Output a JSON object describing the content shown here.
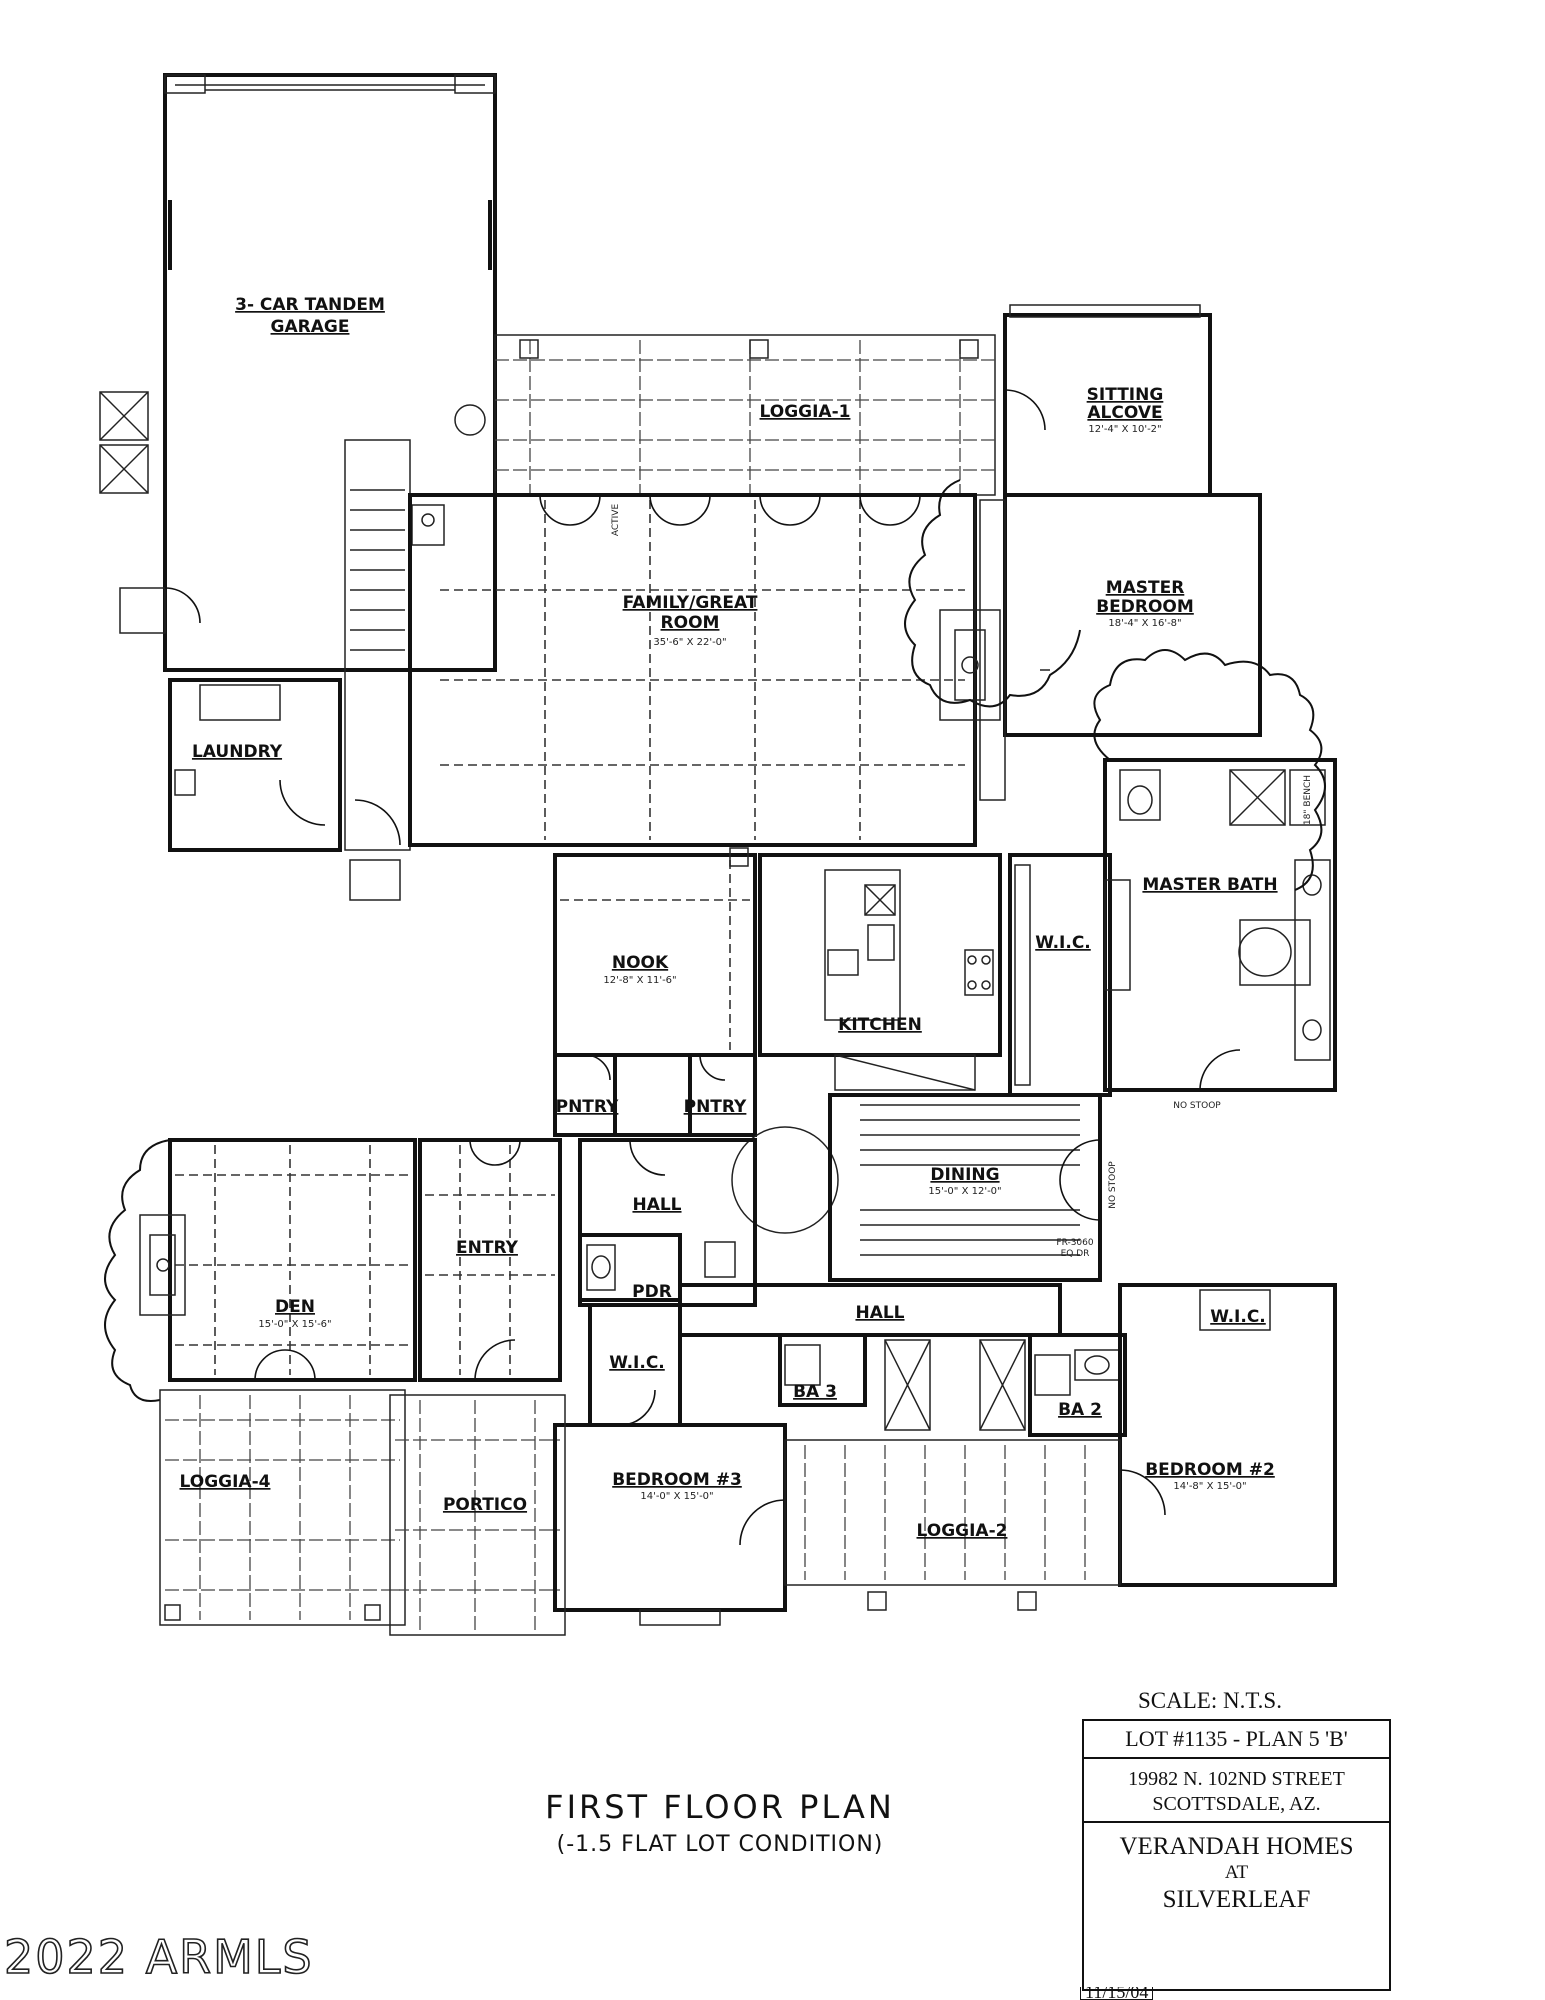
{
  "rooms": {
    "garage": "3- CAR TANDEM",
    "garage2": "GARAGE",
    "loggia1": "LOGGIA-1",
    "sitting": "SITTING",
    "sitting2": "ALCOVE",
    "sitting_dim": "12'-4\" X 10'-2\"",
    "family": "FAMILY/GREAT",
    "family2": "ROOM",
    "family_dim": "35'-6\" X 22'-0\"",
    "master": "MASTER",
    "master2": "BEDROOM",
    "master_dim": "18'-4\" X 16'-8\"",
    "laundry": "LAUNDRY",
    "nook": "NOOK",
    "nook_dim": "12'-8\" X 11'-6\"",
    "kitchen": "KITCHEN",
    "wic_master": "W.I.C.",
    "master_bath": "MASTER BATH",
    "pntry1": "PNTRY",
    "pntry2": "PNTRY",
    "hall1": "HALL",
    "dining": "DINING",
    "dining_dim": "15'-0\" X 12'-0\"",
    "entry": "ENTRY",
    "den": "DEN",
    "den_dim": "15'-0\" X 15'-6\"",
    "pdr": "PDR",
    "wic_bed3": "W.I.C.",
    "hall2": "HALL",
    "wic_bed2": "W.I.C.",
    "ba3": "BA 3",
    "ba2": "BA 2",
    "loggia4": "LOGGIA-4",
    "portico": "PORTICO",
    "bedroom3": "BEDROOM #3",
    "bedroom3_dim": "14'-0\" X 15'-0\"",
    "loggia2": "LOGGIA-2",
    "bedroom2": "BEDROOM #2",
    "bedroom2_dim": "14'-8\" X 15'-0\""
  },
  "annotations": {
    "active": "ACTIVE",
    "no_stoop_1": "NO STOOP",
    "no_stoop_2": "NO STOOP",
    "bench": "18\" BENCH",
    "fr_door": "FR-3060",
    "eq_dr": "EQ DR"
  },
  "title_block": {
    "scale": "SCALE: N.T.S.",
    "lot": "LOT #1135 - PLAN 5 'B'",
    "address_line1": "19982 N. 102ND STREET",
    "address_line2": "SCOTTSDALE, AZ.",
    "builder_line1": "VERANDAH HOMES",
    "builder_line2": "AT",
    "builder_line3": "SILVERLEAF",
    "date": "11/15/04"
  },
  "plan_title": "FIRST FLOOR PLAN",
  "plan_subtitle": "(-1.5 FLAT LOT CONDITION)",
  "copyright": "2022 ARMLS"
}
